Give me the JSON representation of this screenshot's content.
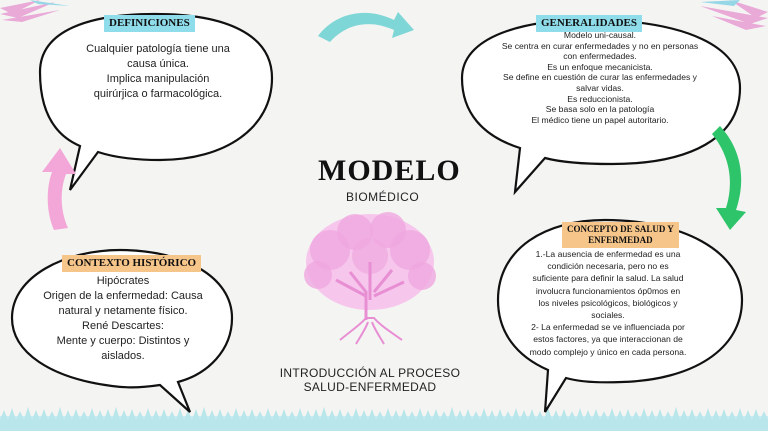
{
  "title": "MODELO",
  "subtitle": "BIOMÉDICO",
  "bottom_title": [
    "INTRODUCCIÓN AL PROCESO",
    "SALUD-ENFERMEDAD"
  ],
  "definiciones": {
    "heading": "DEFINICIONES",
    "lines": [
      "Cualquier patología tiene una",
      "causa única.",
      "Implica manipulación",
      "quirúrjica o farmacológica."
    ]
  },
  "generalidades": {
    "heading": "GENERALIDADES",
    "lines": [
      "Modelo uni-causal.",
      "Se centra en curar enfermedades y no en personas",
      "con enfermedades.",
      "Es un enfoque mecanicista.",
      "Se define en cuestión de curar las enfermedades y",
      "salvar vidas.",
      "Es reduccionista.",
      "Se basa solo en la patología",
      "El médico tiene un papel autoritario."
    ]
  },
  "contexto": {
    "heading": "CONTEXTO HISTÓRICO",
    "lines": [
      "Hipócrates",
      "Origen de la enfermedad: Causa",
      "natural y netamente físico.",
      "René Descartes:",
      "Mente y cuerpo: Distintos y",
      "aislados."
    ]
  },
  "concepto": {
    "heading": [
      "CONCEPTO DE SALUD Y",
      "ENFERMEDAD"
    ],
    "lines": [
      "1.-La ausencia de enfermedad es una",
      "condición necesaria, pero no es",
      "suficiente para definir la salud. La salud",
      "involucra funcionamientos óp0mos en",
      "los niveles psicológicos, biológicos y",
      "sociales.",
      "2- La enfermedad se ve influenciada por",
      "estos factores, ya que interaccionan de",
      "modo complejo y único en cada persona."
    ]
  },
  "colors": {
    "tag_blue": "#8fdcea",
    "tag_orange": "#f6c58a",
    "arrow_teal": "#7fd6d6",
    "arrow_green": "#2ec46a",
    "arrow_pink": "#f3a7d8",
    "tree_pink": "#f0a8e0",
    "grass": "#b8e6ea"
  }
}
